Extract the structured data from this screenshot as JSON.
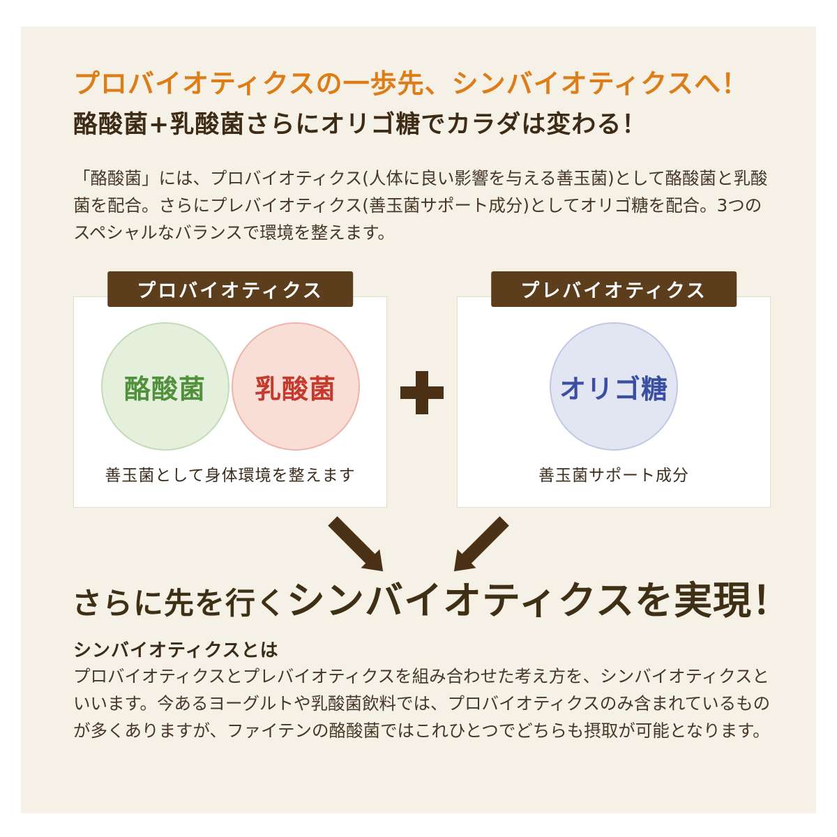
{
  "header": {
    "title_orange": "プロバイオティクスの一歩先、シンバイオティクスへ！",
    "title_brown": "酪酸菌+乳酸菌さらにオリゴ糖でカラダは変わる！",
    "intro": "「酪酸菌」には、プロバイオティクス(人体に良い影響を与える善玉菌)として酪酸菌と乳酸菌を配合。さらにプレバイオティクス(善玉菌サポート成分)としてオリゴ糖を配合。3つのスペシャルなバランスで環境を整えます。"
  },
  "probiotics_box": {
    "label": "プロバイオティクス",
    "circles": [
      {
        "name": "酪酸菌",
        "fill": "#e4efdc",
        "border": "#c2dbb8",
        "text_color": "#51913c"
      },
      {
        "name": "乳酸菌",
        "fill": "#f9ded7",
        "border": "#f0b3a7",
        "text_color": "#c43a2c"
      }
    ],
    "caption": "善玉菌として身体環境を整えます"
  },
  "plus_icon": "+",
  "prebiotics_box": {
    "label": "プレバイオティクス",
    "circles": [
      {
        "name": "オリゴ糖",
        "fill": "#e2e6f3",
        "border": "#c0c8e4",
        "text_color": "#3a4f9f"
      }
    ],
    "caption": "善玉菌サポート成分"
  },
  "result": {
    "headline_lead": "さらに先を行く",
    "headline_main": "シンバイオティクスを実現！",
    "subheading": "シンバイオティクスとは",
    "body": "プロバイオティクスとプレバイオティクスを組み合わせた考え方を、シンバイオティクスといいます。今あるヨーグルトや乳酸菌飲料では、プロバイオティクスのみ含まれているものが多くありますが、ファイテンの酪酸菌ではこれひとつでどちらも摂取が可能となります。"
  },
  "colors": {
    "background_outer": "#ffffff",
    "background_inner": "#f5f1e7",
    "accent_orange": "#dc7d17",
    "dark_brown": "#3e2b15",
    "tab_brown": "#5d3e1c",
    "symbol_brown": "#4a3116"
  }
}
